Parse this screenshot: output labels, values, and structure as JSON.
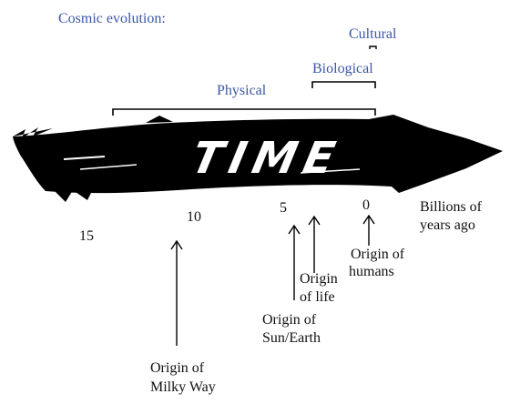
{
  "heading": "Cosmic evolution:",
  "eras": {
    "physical": "Physical",
    "biological": "Biological",
    "cultural": "Cultural"
  },
  "arrow_word": "TIME",
  "scale": {
    "t15": "15",
    "t10": "10",
    "t5": "5",
    "t0": "0",
    "unit_line1": "Billions of",
    "unit_line2": "years ago"
  },
  "events": {
    "milky_way": [
      "Origin of",
      "Milky Way"
    ],
    "sun_earth": [
      "Origin of",
      "Sun/Earth"
    ],
    "life": [
      "Origin",
      "of life"
    ],
    "humans": [
      "Origin of",
      "humans"
    ]
  },
  "colors": {
    "heading": "#3b57a6",
    "arrow": "#000000",
    "text": "#111111"
  }
}
